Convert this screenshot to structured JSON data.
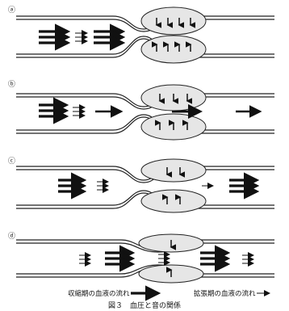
{
  "panels": [
    {
      "label": "ⓐ"
    },
    {
      "label": "ⓑ"
    },
    {
      "label": "ⓒ"
    },
    {
      "label": "ⓓ"
    }
  ],
  "legend": {
    "systolic_label": "収縮期の血液の流れ",
    "diastolic_label": "拡張期の血液の流れ"
  },
  "caption": "図３　血圧と音の関係",
  "colors": {
    "ink": "#111111",
    "cuff_fill": "#e6e6e6",
    "vessel_line": "#222222"
  }
}
